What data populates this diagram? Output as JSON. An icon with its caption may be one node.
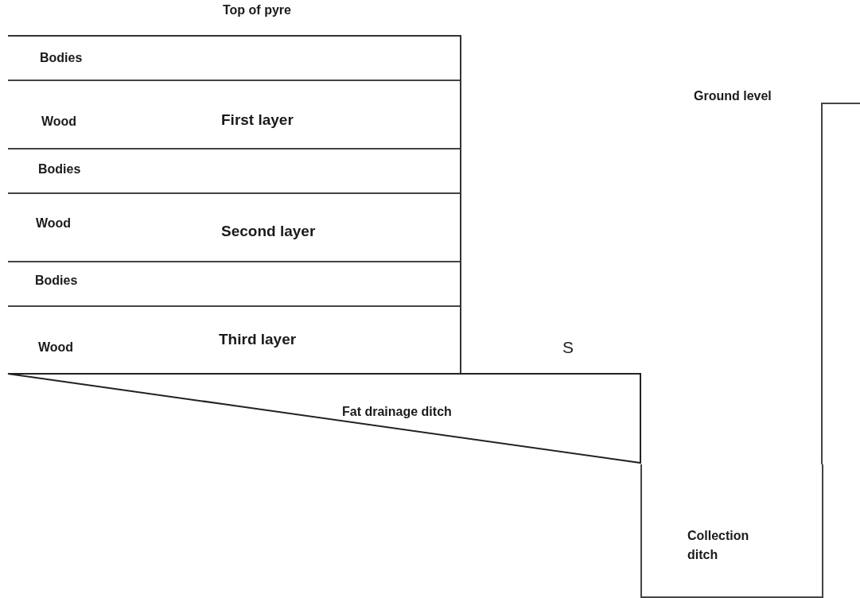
{
  "diagram": {
    "nodes": [
      {
        "text": [
          "Bodies"
        ]
      },
      {
        "text": [
          "Wood",
          "First layer"
        ]
      },
      {
        "text": [
          "Bodies"
        ]
      },
      {
        "text": [
          "Wood",
          "Second layer"
        ]
      },
      {
        "text": [
          "Bodies"
        ]
      },
      {
        "text": [
          "Wood",
          "Third layer"
        ]
      },
      {
        "text": [
          "Fat drainage ditch"
        ]
      },
      {
        "text": [
          "Collection ditch"
        ]
      }
    ],
    "edges": [],
    "labels": [
      "Top of pyre",
      "Ground level",
      "S"
    ]
  }
}
